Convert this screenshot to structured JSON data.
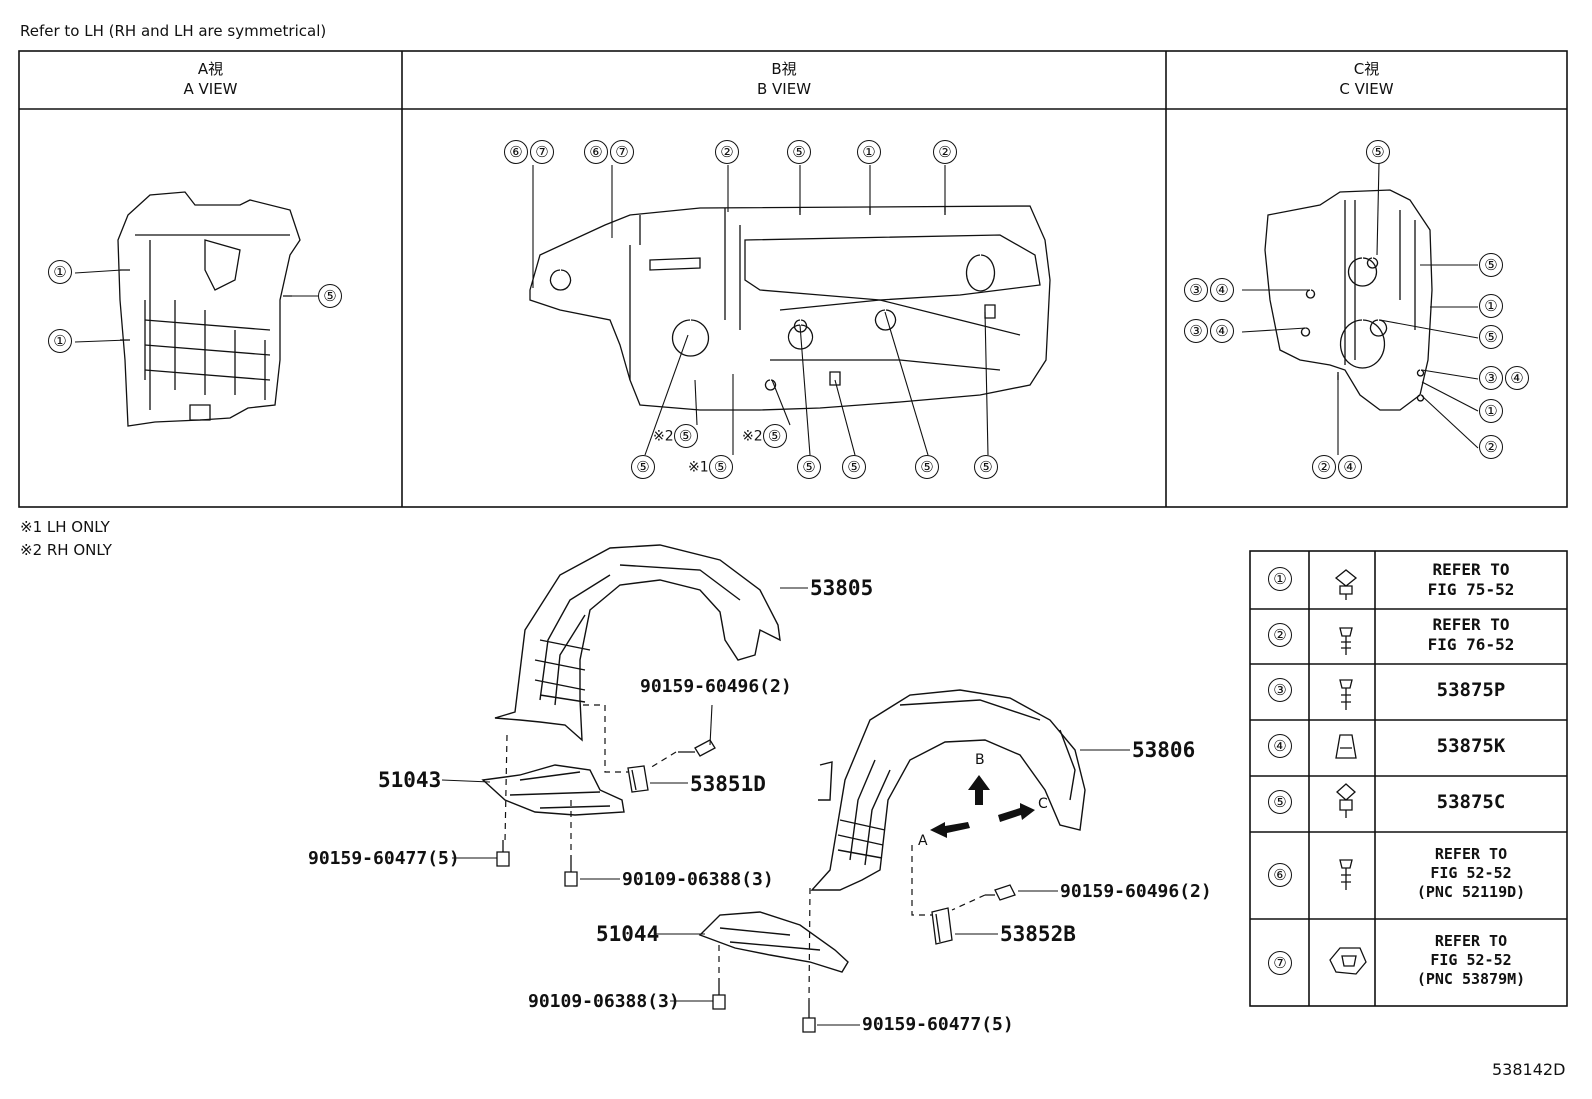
{
  "header_note": "Refer to LH (RH and LH are symmetrical)",
  "views": [
    {
      "jp": "A視",
      "en": "A VIEW"
    },
    {
      "jp": "B視",
      "en": "B VIEW"
    },
    {
      "jp": "C視",
      "en": "C VIEW"
    }
  ],
  "a_view_callouts": [
    "①",
    "①",
    "⑤"
  ],
  "b_view_callouts_top": [
    "⑥",
    "⑦",
    "⑥",
    "⑦",
    "②",
    "⑤",
    "①",
    "②"
  ],
  "b_view_callouts_bottom": [
    "※2",
    "⑤",
    "※2",
    "⑤",
    "※1",
    "⑤",
    "⑤",
    "⑤",
    "⑤",
    "⑤",
    "⑤",
    "⑤"
  ],
  "c_view_callouts": [
    "⑤",
    "③",
    "④",
    "③",
    "④",
    "⑤",
    "①",
    "⑤",
    "③",
    "④",
    "①",
    "②",
    "②",
    "④"
  ],
  "footnotes": [
    "※1 LH ONLY",
    "※2 RH ONLY"
  ],
  "parts": {
    "p53805": "53805",
    "p53806": "53806",
    "p51043": "51043",
    "p51044": "51044",
    "p53851d": "53851D",
    "p53852b": "53852B",
    "b_60496_left": "90159-60496(2)",
    "b_60496_right": "90159-60496(2)",
    "b_60477_left": "90159-60477(5)",
    "b_60477_right": "90159-60477(5)",
    "b_06388_left": "90109-06388(3)",
    "b_06388_right": "90109-06388(3)"
  },
  "direction_labels": {
    "a": "A",
    "b": "B",
    "c": "C"
  },
  "legend": [
    {
      "num": "①",
      "icon": "clip-icon",
      "ref": "REFER TO\nFIG 75-52"
    },
    {
      "num": "②",
      "icon": "screw-icon",
      "ref": "REFER TO\nFIG 76-52"
    },
    {
      "num": "③",
      "icon": "screw-icon",
      "code": "53875P"
    },
    {
      "num": "④",
      "icon": "nut-icon",
      "code": "53875K"
    },
    {
      "num": "⑤",
      "icon": "clip-icon",
      "code": "53875C"
    },
    {
      "num": "⑥",
      "icon": "screw-icon",
      "ref": "REFER TO\nFIG 52-52\n(PNC 52119D)"
    },
    {
      "num": "⑦",
      "icon": "clip-nut-icon",
      "ref": "REFER TO\nFIG 52-52\n(PNC 53879M)"
    }
  ],
  "figure_code": "538142D"
}
